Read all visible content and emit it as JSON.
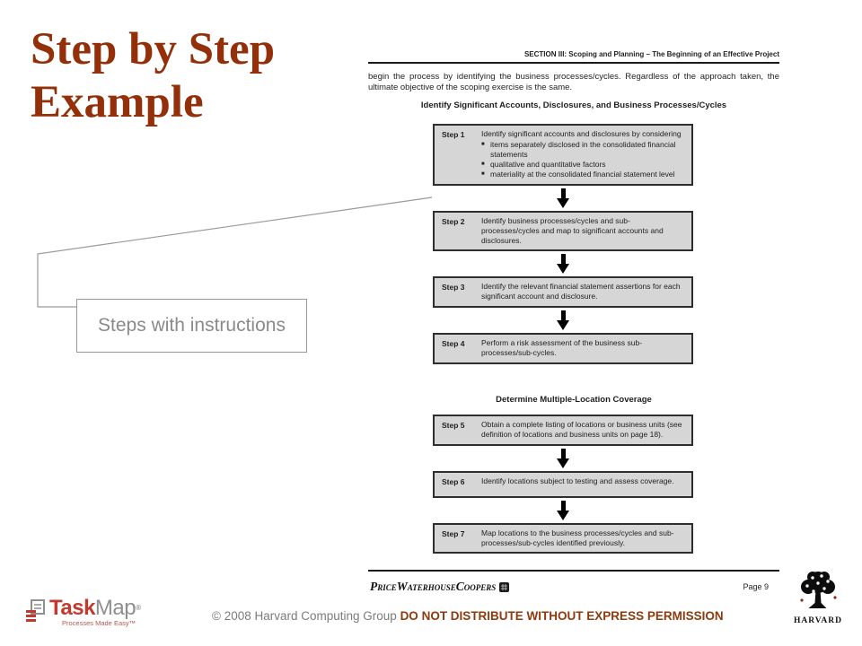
{
  "slide": {
    "title": "Step by Step Example"
  },
  "doc": {
    "header": "SECTION III:  Scoping and Planning – The Beginning of an Effective Project",
    "intro": "begin the process by identifying the business processes/cycles.  Regardless of the approach taken, the ultimate objective of the scoping exercise is the same.",
    "section1_heading": "Identify Significant Accounts, Disclosures, and Business Processes/Cycles",
    "section2_heading": "Determine Multiple-Location Coverage",
    "bullet_char": "■",
    "steps": [
      {
        "label": "Step 1",
        "text": "Identify significant accounts and disclosures by considering",
        "bullets": [
          "items separately disclosed in the consolidated financial statements",
          "qualitative and quantitative factors",
          "materiality at the consolidated financial statement level"
        ]
      },
      {
        "label": "Step 2",
        "text": "Identify business processes/cycles and sub-processes/cycles and map to significant accounts and disclosures."
      },
      {
        "label": "Step 3",
        "text": "Identify the relevant financial statement assertions for each significant account and disclosure."
      },
      {
        "label": "Step 4",
        "text": "Perform a risk assessment of the business sub-processes/sub-cycles."
      },
      {
        "label": "Step 5",
        "text": "Obtain a complete listing of locations or business units (see definition of locations and business units on page 18)."
      },
      {
        "label": "Step 6",
        "text": "Identify locations subject to testing and assess coverage."
      },
      {
        "label": "Step 7",
        "text": "Map locations to the business processes/cycles and sub-processes/sub-cycles identified previously."
      }
    ],
    "footer": {
      "brand": "PriceWaterhouseCoopers",
      "page": "Page 9"
    }
  },
  "callout": {
    "text": "Steps with instructions"
  },
  "bottom": {
    "taskmap": {
      "task": "Task",
      "map": "Map",
      "reg": "®",
      "tagline": "Processes Made Easy™"
    },
    "copyright_gray": "© 2008 Harvard Computing Group ",
    "copyright_red": "DO NOT DISTRIBUTE WITHOUT EXPRESS PERMISSION",
    "harvard_label": "HARVARD"
  },
  "colors": {
    "title_red": "#93300a",
    "copyright_red": "#8f3a0c",
    "taskmap_red": "#c23a2e",
    "stepbox_fill": "#d6d6d6",
    "callout_gray": "#8a8a8a"
  }
}
